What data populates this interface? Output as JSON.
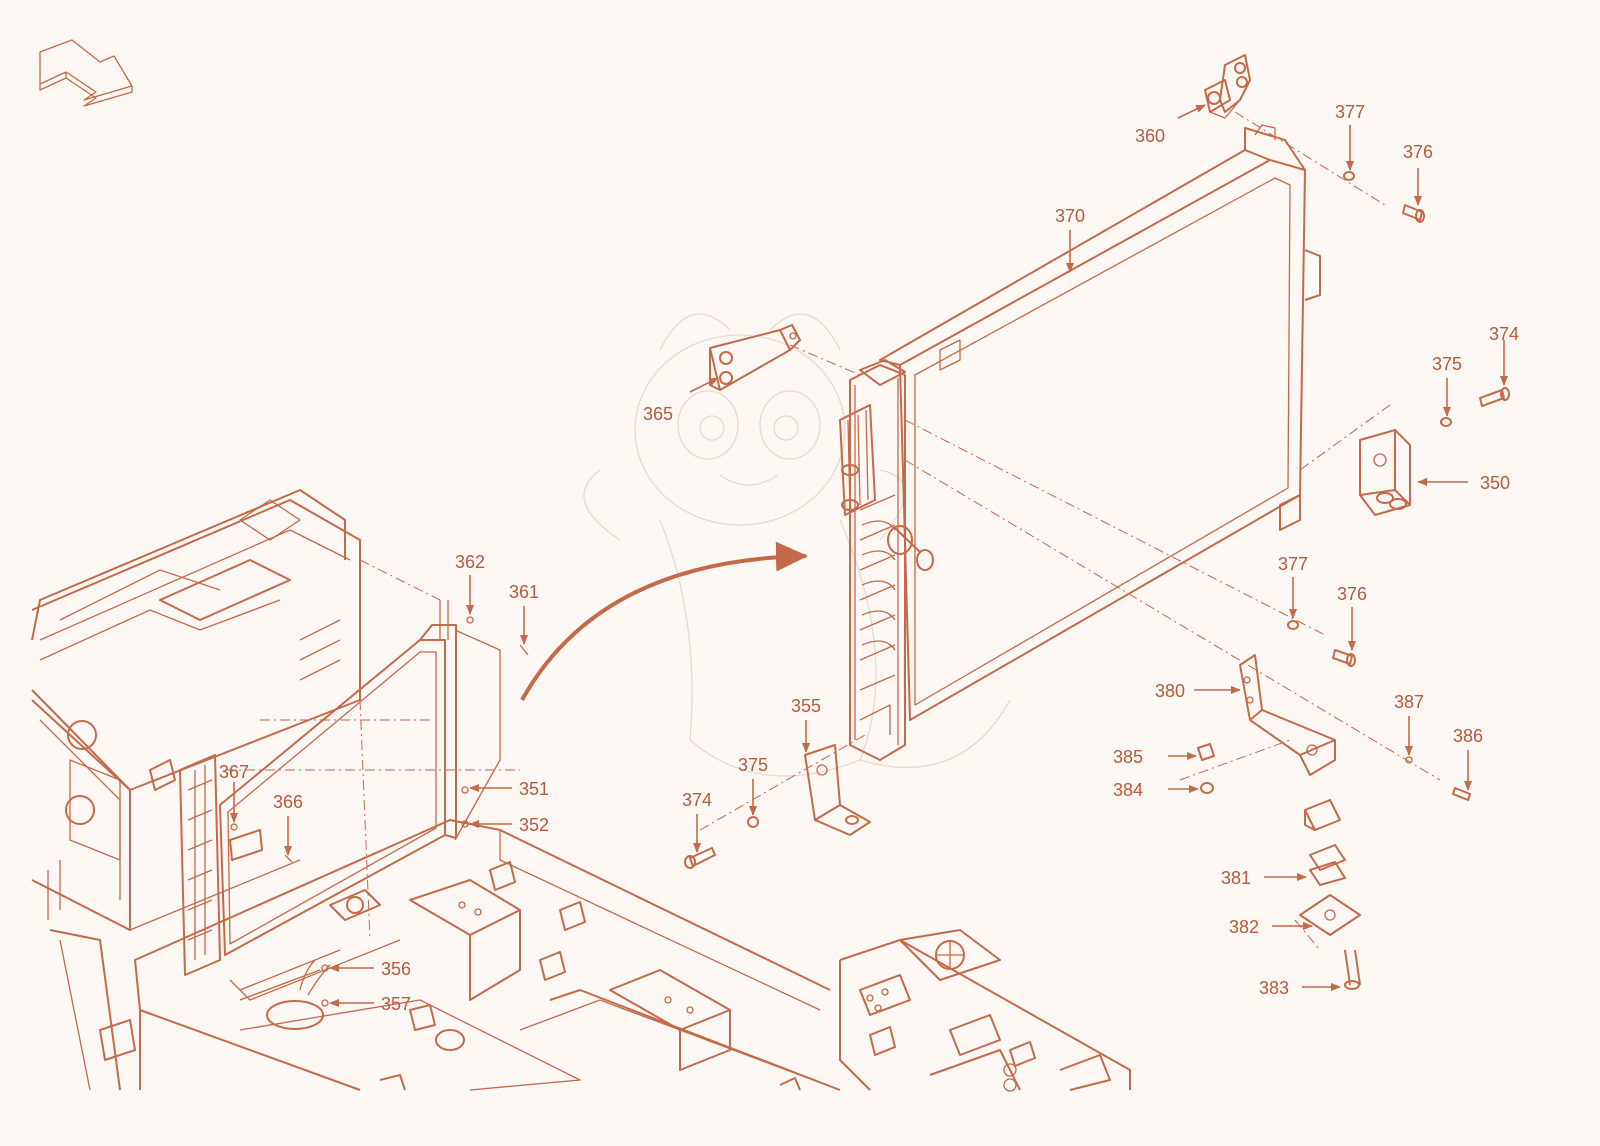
{
  "callouts": [
    {
      "id": "c360",
      "text": "360"
    },
    {
      "id": "c377a",
      "text": "377"
    },
    {
      "id": "c376a",
      "text": "376"
    },
    {
      "id": "c370",
      "text": "370"
    },
    {
      "id": "c374a",
      "text": "374"
    },
    {
      "id": "c375a",
      "text": "375"
    },
    {
      "id": "c365",
      "text": "365"
    },
    {
      "id": "c350",
      "text": "350"
    },
    {
      "id": "c377b",
      "text": "377"
    },
    {
      "id": "c376b",
      "text": "376"
    },
    {
      "id": "c362",
      "text": "362"
    },
    {
      "id": "c361",
      "text": "361"
    },
    {
      "id": "c380",
      "text": "380"
    },
    {
      "id": "c387",
      "text": "387"
    },
    {
      "id": "c355",
      "text": "355"
    },
    {
      "id": "c386",
      "text": "386"
    },
    {
      "id": "c385",
      "text": "385"
    },
    {
      "id": "c375b",
      "text": "375"
    },
    {
      "id": "c367",
      "text": "367"
    },
    {
      "id": "c384",
      "text": "384"
    },
    {
      "id": "c374b",
      "text": "374"
    },
    {
      "id": "c366",
      "text": "366"
    },
    {
      "id": "c351",
      "text": "351"
    },
    {
      "id": "c352",
      "text": "352"
    },
    {
      "id": "c381",
      "text": "381"
    },
    {
      "id": "c382",
      "text": "382"
    },
    {
      "id": "c356",
      "text": "356"
    },
    {
      "id": "c357",
      "text": "357"
    },
    {
      "id": "c383",
      "text": "383"
    }
  ],
  "colors": {
    "line": "#c4694a",
    "text": "#b55a3c",
    "background": "#fdf8f3",
    "watermark": "#e9d9cf"
  },
  "icons": {
    "direction": "front-direction-arrow-icon",
    "detail": "detail-pointer-arrow-icon",
    "watermark": "dragon-watermark-icon"
  }
}
